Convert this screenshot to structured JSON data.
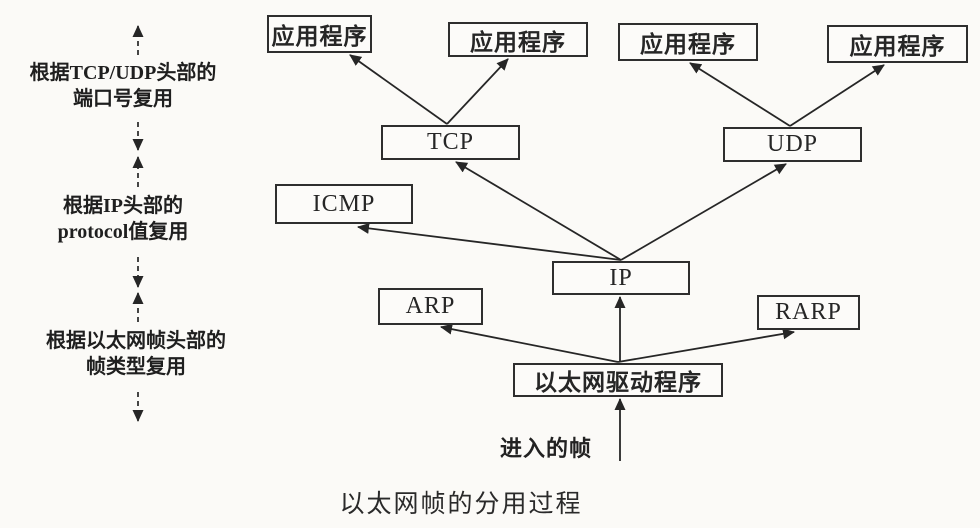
{
  "figure": {
    "caption": "以太网帧的分用过程",
    "entry_label": "进入的帧",
    "colors": {
      "background": "#fbfaf7",
      "ink": "#262626"
    },
    "nodes": {
      "app1": "应用程序",
      "app2": "应用程序",
      "app3": "应用程序",
      "app4": "应用程序",
      "tcp": "TCP",
      "udp": "UDP",
      "icmp": "ICMP",
      "ip": "IP",
      "arp": "ARP",
      "rarp": "RARP",
      "eth": "以太网驱动程序"
    },
    "side_labels": [
      {
        "line1": "根据TCP/UDP头部的",
        "line2": "端口号复用"
      },
      {
        "line1": "根据IP头部的",
        "line2": "protocol值复用"
      },
      {
        "line1": "根据以太网帧头部的",
        "line2": "帧类型复用"
      }
    ]
  }
}
